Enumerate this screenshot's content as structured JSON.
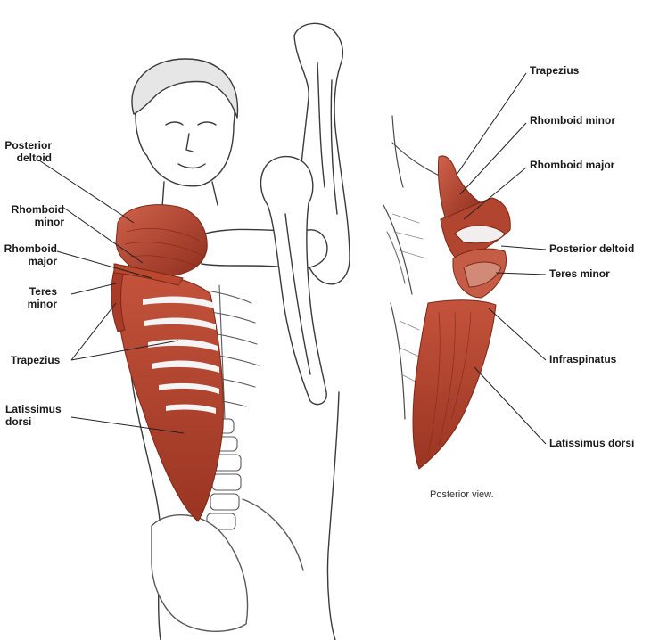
{
  "left_view": {
    "labels": {
      "posterior_deltoid": [
        "Posterior",
        "deltoid"
      ],
      "rhomboid_minor": [
        "Rhomboid",
        "minor"
      ],
      "rhomboid_major": [
        "Rhomboid",
        "major"
      ],
      "teres_minor": [
        "Teres",
        "minor"
      ],
      "trapezius": "Trapezius",
      "latissimus_dorsi": [
        "Latissimus",
        "dorsi"
      ]
    }
  },
  "right_view": {
    "labels": {
      "trapezius": "Trapezius",
      "rhomboid_minor": "Rhomboid minor",
      "rhomboid_major": "Rhomboid major",
      "posterior_deltoid": "Posterior deltoid",
      "teres_minor": "Teres minor",
      "infraspinatus": "Infraspinatus",
      "latissimus_dorsi": "Latissimus dorsi"
    },
    "caption": "Posterior view."
  },
  "colors": {
    "muscle": "#b0432e",
    "muscle_dark": "#7d2718",
    "muscle_light": "#d46a50",
    "outline": "#3a3a3a",
    "leader": "#222222"
  }
}
